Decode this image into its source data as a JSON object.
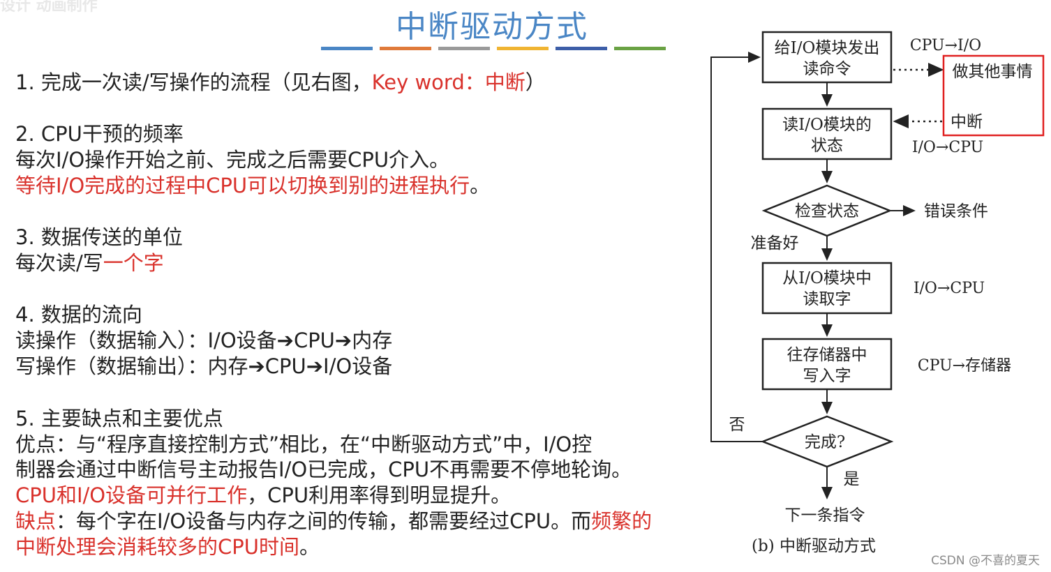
{
  "watermark_top": "设计 动画制作",
  "title": "中断驱动方式",
  "title_bars": [
    "#4a86c5",
    "#e07a3a",
    "#9a9a9a",
    "#f0b432",
    "#3d5ea8",
    "#6aa244"
  ],
  "colors": {
    "accent_red": "#d9312b",
    "title_blue": "#4a86c5",
    "highlight_box": "#e02020"
  },
  "s1": {
    "text": "1. 完成一次读/写操作的流程（见右图，",
    "keyword": "Key word：中断",
    "tail": "）"
  },
  "s2": {
    "heading": "2. CPU干预的频率",
    "line1": "每次I/O操作开始之前、完成之后需要CPU介入。",
    "line2_red": "等待I/O完成的过程中CPU可以切换到别的进程执行",
    "line2_tail": "。"
  },
  "s3": {
    "heading": "3. 数据传送的单位",
    "line1_a": "每次读/写",
    "line1_b_red": "一个字"
  },
  "s4": {
    "heading": "4. 数据的流向",
    "line1": "读操作（数据输入）：I/O设备➔CPU➔内存",
    "line2": "写操作（数据输出）：内存➔CPU➔I/O设备"
  },
  "s5": {
    "heading": "5. 主要缺点和主要优点",
    "line1": "优点：与“程序直接控制方式”相比，在“中断驱动方式”中，I/O控",
    "line2": "制器会通过中断信号主动报告I/O已完成，CPU不再需要不停地轮询。",
    "line3_red": "CPU和I/O设备可并行工作",
    "line3_tail": "，CPU利用率得到明显提升。",
    "line4_red": "缺点",
    "line4_mid": "：每个字在I/O设备与内存之间的传输，都需要经过CPU。而",
    "line4_red2": "频繁的",
    "line5_red": "中断处理会消耗较多的CPU时间",
    "line5_tail": "。"
  },
  "diagram": {
    "box1": [
      "给I/O模块发出",
      "读命令"
    ],
    "box2": [
      "读I/O模块的",
      "状态"
    ],
    "diamond1": "检查状态",
    "box3": [
      "从I/O模块中",
      "读取字"
    ],
    "box4": [
      "往存储器中",
      "写入字"
    ],
    "diamond2": "完成?",
    "label_cpu_io": "CPU→I/O",
    "label_other": "做其他事情",
    "label_interrupt": "中断",
    "label_io_cpu_1": "I/O→CPU",
    "label_error": "错误条件",
    "label_ready": "准备好",
    "label_io_cpu_2": "I/O→CPU",
    "label_cpu_mem": "CPU→存储器",
    "label_no": "否",
    "label_yes": "是",
    "label_next": "下一条指令",
    "caption": "(b) 中断驱动方式"
  },
  "footer": "CSDN @不喜的夏天"
}
